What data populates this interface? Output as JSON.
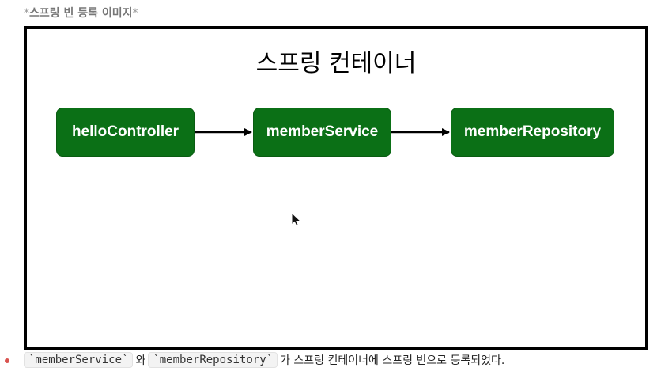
{
  "caption": {
    "star_open": "*",
    "text": "스프링 빈 등록 이미지",
    "star_close": "*"
  },
  "diagram": {
    "title": "스프링 컨테이너",
    "nodes": [
      {
        "id": "hello-controller",
        "label": "helloController"
      },
      {
        "id": "member-service",
        "label": "memberService"
      },
      {
        "id": "member-repository",
        "label": "memberRepository"
      }
    ],
    "edges": [
      {
        "from": "hello-controller",
        "to": "member-service"
      },
      {
        "from": "member-service",
        "to": "member-repository"
      }
    ],
    "colors": {
      "node_fill": "#0b7016",
      "node_text": "#ffffff",
      "border": "#000000"
    }
  },
  "bullet": {
    "code1": "`memberService`",
    "text1": "와",
    "code2": "`memberRepository`",
    "text2": "가 스프링 컨테이너에 스프링 빈으로 등록되었다."
  }
}
